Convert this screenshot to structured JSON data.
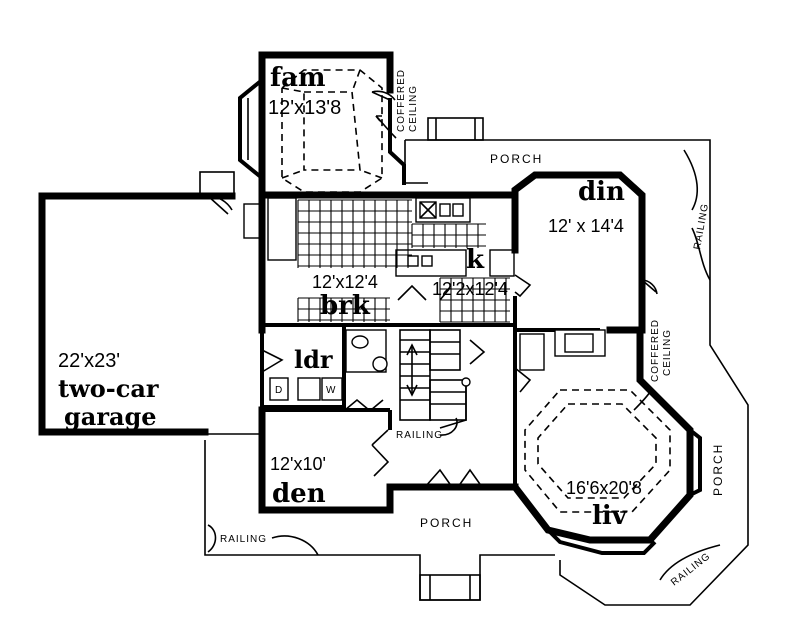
{
  "rooms": {
    "fam": {
      "name": "fam",
      "dims": "12'x13'8"
    },
    "din": {
      "name": "din",
      "dims": "12' x 14'4"
    },
    "brk": {
      "name": "brk",
      "dims": "12'x12'4"
    },
    "k": {
      "name": "k",
      "dims": "12'2x12'4"
    },
    "ldr": {
      "name": "ldr"
    },
    "garage": {
      "dims": "22'x23'",
      "name_line1": "two-car",
      "name_line2": "garage"
    },
    "den": {
      "dims": "12'x10'",
      "name": "den"
    },
    "liv": {
      "dims": "16'6x20'8",
      "name": "liv"
    }
  },
  "labels": {
    "porch_top": "PORCH",
    "porch_bottom": "PORCH",
    "porch_right": "PORCH",
    "railing_right_top": "RAILING",
    "railing_stair": "RAILING",
    "railing_left_bottom": "RAILING",
    "railing_right_bottom": "RAILING",
    "coffered_top_1": "COFFERED",
    "coffered_top_2": "CEILING",
    "coffered_right_1": "COFFERED",
    "coffered_right_2": "CEILING",
    "dryer": "D",
    "washer": "W"
  }
}
